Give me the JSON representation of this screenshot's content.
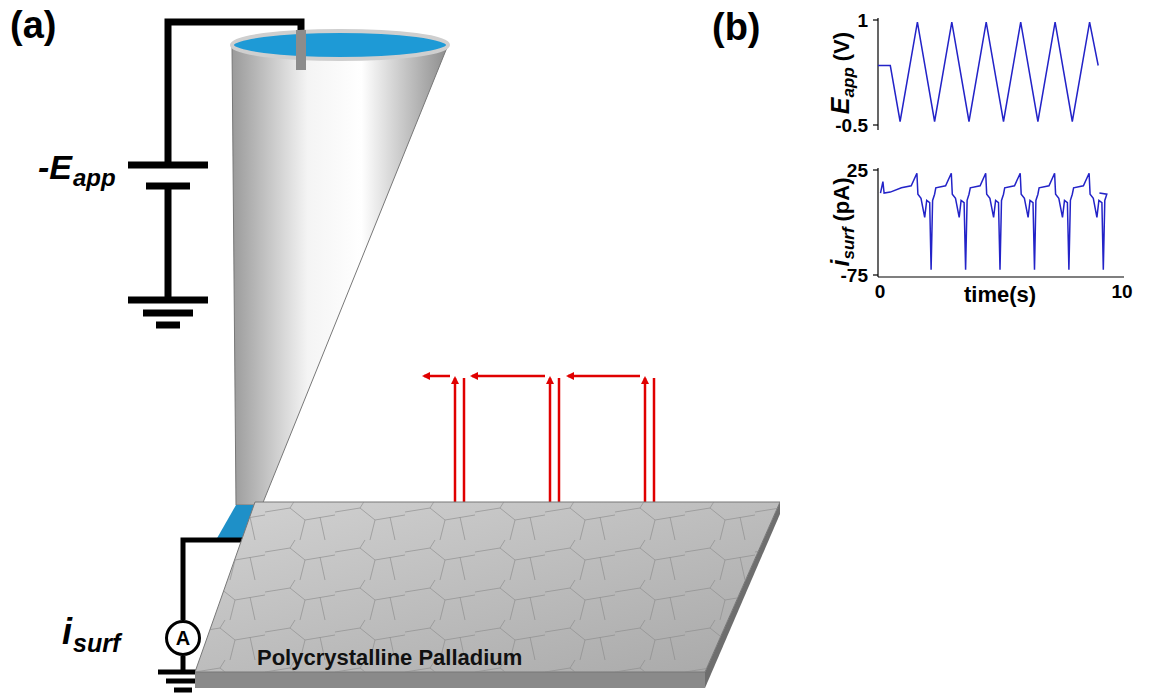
{
  "diagram": {
    "nodes": [
      {
        "text": [
          "Polycrystalline Palladium"
        ]
      },
      {
        "text": [
          "A"
        ]
      }
    ],
    "edges": [
      {
        "from": 1,
        "to": 0,
        "arrow": "none"
      }
    ],
    "labels": [
      "(a)",
      "-E",
      "app",
      "i",
      "surf",
      "(b)",
      "E",
      "app",
      "(V)",
      "1",
      "-0.5",
      "i",
      "surf",
      "(pA)",
      "25",
      "-75",
      "0",
      "time(s)",
      "10"
    ]
  }
}
